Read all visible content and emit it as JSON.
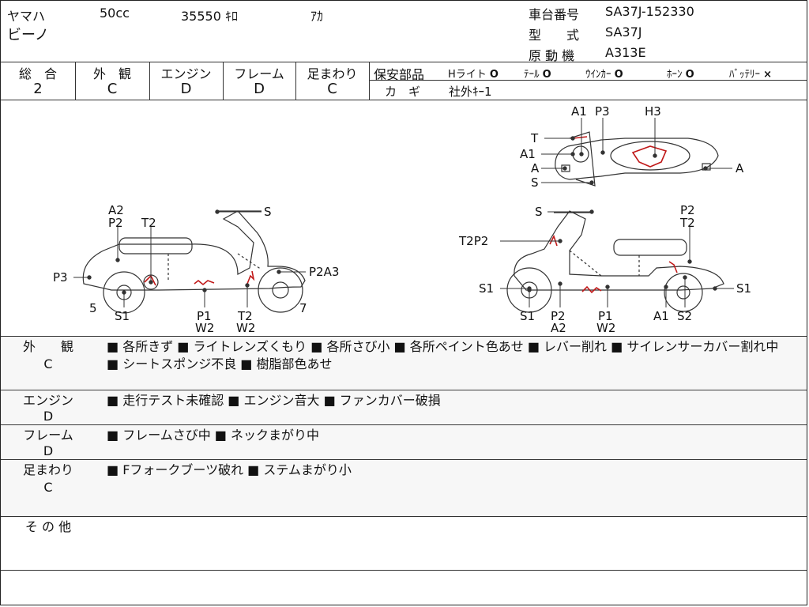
{
  "header": {
    "maker": "ヤマハ",
    "displacement": "50cc",
    "mileage": "35550 ｷﾛ",
    "color": "ｱｶ",
    "model_name": "ビーノ",
    "frame_no_label": "車台番号",
    "frame_no": "SA37J-152330",
    "type_label": "型　　式",
    "type_value": "SA37J",
    "engine_label": "原 動 機",
    "engine_value": "A313E"
  },
  "grades": {
    "overall_label": "総　合",
    "overall_value": "2",
    "exterior_label": "外　観",
    "exterior_value": "C",
    "engine_label": "エンジン",
    "engine_value": "D",
    "frame_label": "フレーム",
    "frame_value": "D",
    "suspension_label": "足まわり",
    "suspension_value": "C"
  },
  "safety": {
    "label": "保安部品",
    "items": [
      {
        "name": "Hライト",
        "mark": "O"
      },
      {
        "name": "ﾃｰﾙ",
        "mark": "O"
      },
      {
        "name": "ｳｲﾝｶｰ",
        "mark": "O"
      },
      {
        "name": "ﾎｰﾝ",
        "mark": "O"
      },
      {
        "name": "ﾊﾞｯﾃﾘｰ",
        "mark": "×"
      }
    ],
    "key_label": "カ　ギ",
    "key_value": "社外ｷｰ1"
  },
  "diagram": {
    "top_labels": [
      "A1",
      "P3",
      "H3",
      "T",
      "A1",
      "A",
      "S",
      "A"
    ],
    "left_labels": [
      "A2",
      "P2",
      "T2",
      "S",
      "P3",
      "P2A3",
      "5",
      "S1",
      "P1",
      "W2",
      "T2",
      "W2",
      "7"
    ],
    "right_labels": [
      "S",
      "P2",
      "T2",
      "T2P2",
      "S1",
      "S1",
      "S1",
      "P2",
      "A2",
      "P1",
      "W2",
      "A1",
      "S2"
    ]
  },
  "sections": [
    {
      "head1": "外　　観",
      "head2": "C",
      "body": "■ 各所きず ■ ライトレンズくもり ■ 各所さび小 ■ 各所ペイント色あせ ■ レバー削れ ■ サイレンサーカバー割れ中 ■ シートスポンジ不良 ■ 樹脂部色あせ"
    },
    {
      "head1": "エンジン",
      "head2": "D",
      "body": "■ 走行テスト未確認 ■ エンジン音大 ■ ファンカバー破損"
    },
    {
      "head1": "フレーム",
      "head2": "D",
      "body": "■ フレームさび中 ■ ネックまがり中"
    },
    {
      "head1": "足まわり",
      "head2": "C",
      "body": "■ Fフォークブーツ破れ ■ ステムまがり小"
    },
    {
      "head1": "そ の 他",
      "head2": "",
      "body": ""
    }
  ],
  "colors": {
    "damage": "#c01818",
    "line": "#333333"
  }
}
